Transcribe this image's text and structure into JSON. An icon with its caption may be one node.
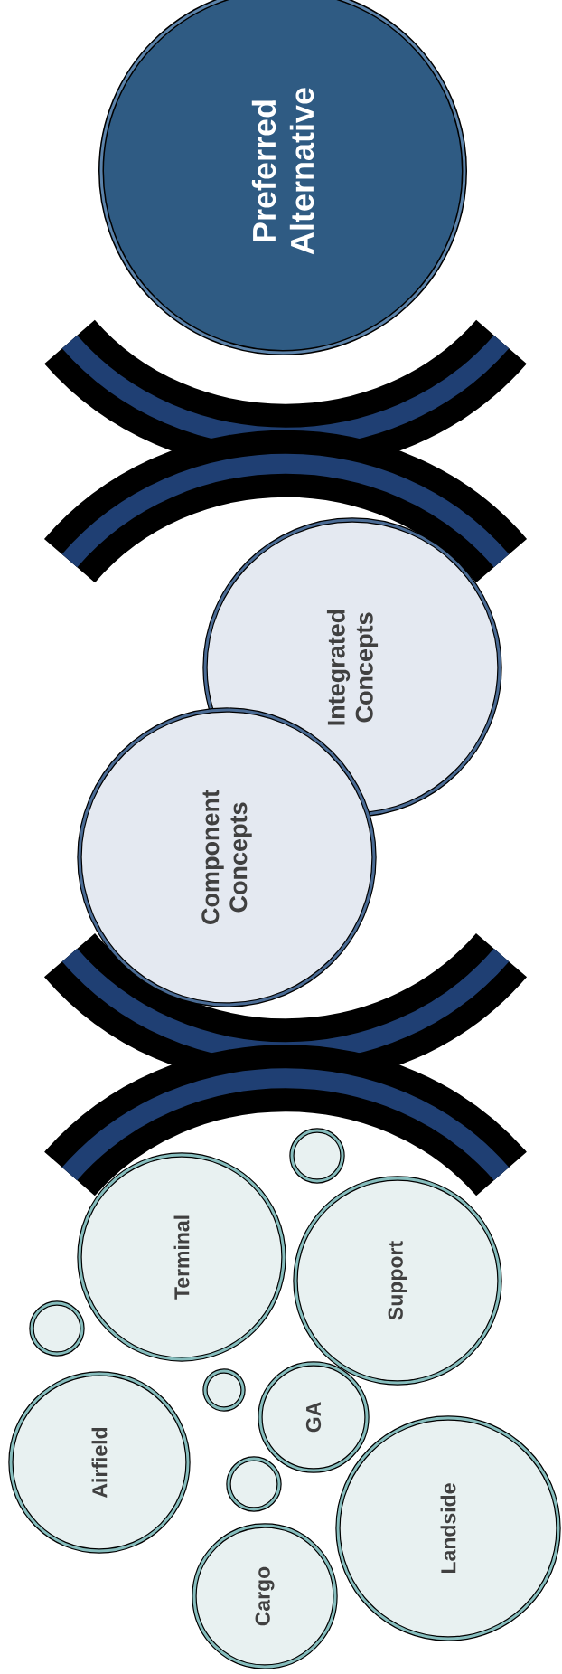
{
  "diagram": {
    "nodes": [
      {
        "text": [
          "Preferred Alternative"
        ]
      },
      {
        "text": [
          "Integrated Concepts"
        ]
      },
      {
        "text": [
          "Component Concepts"
        ]
      },
      {
        "text": [],
        "shape": "circle"
      },
      {
        "text": [
          "Terminal"
        ]
      },
      {
        "text": [
          "Support"
        ]
      },
      {
        "text": [],
        "shape": "circle"
      },
      {
        "text": [],
        "shape": "circle"
      },
      {
        "text": [
          "GA"
        ]
      },
      {
        "text": [
          "Airfield"
        ]
      },
      {
        "text": [],
        "shape": "circle"
      },
      {
        "text": [
          "Landside"
        ]
      },
      {
        "text": [
          "Cargo"
        ]
      }
    ]
  }
}
